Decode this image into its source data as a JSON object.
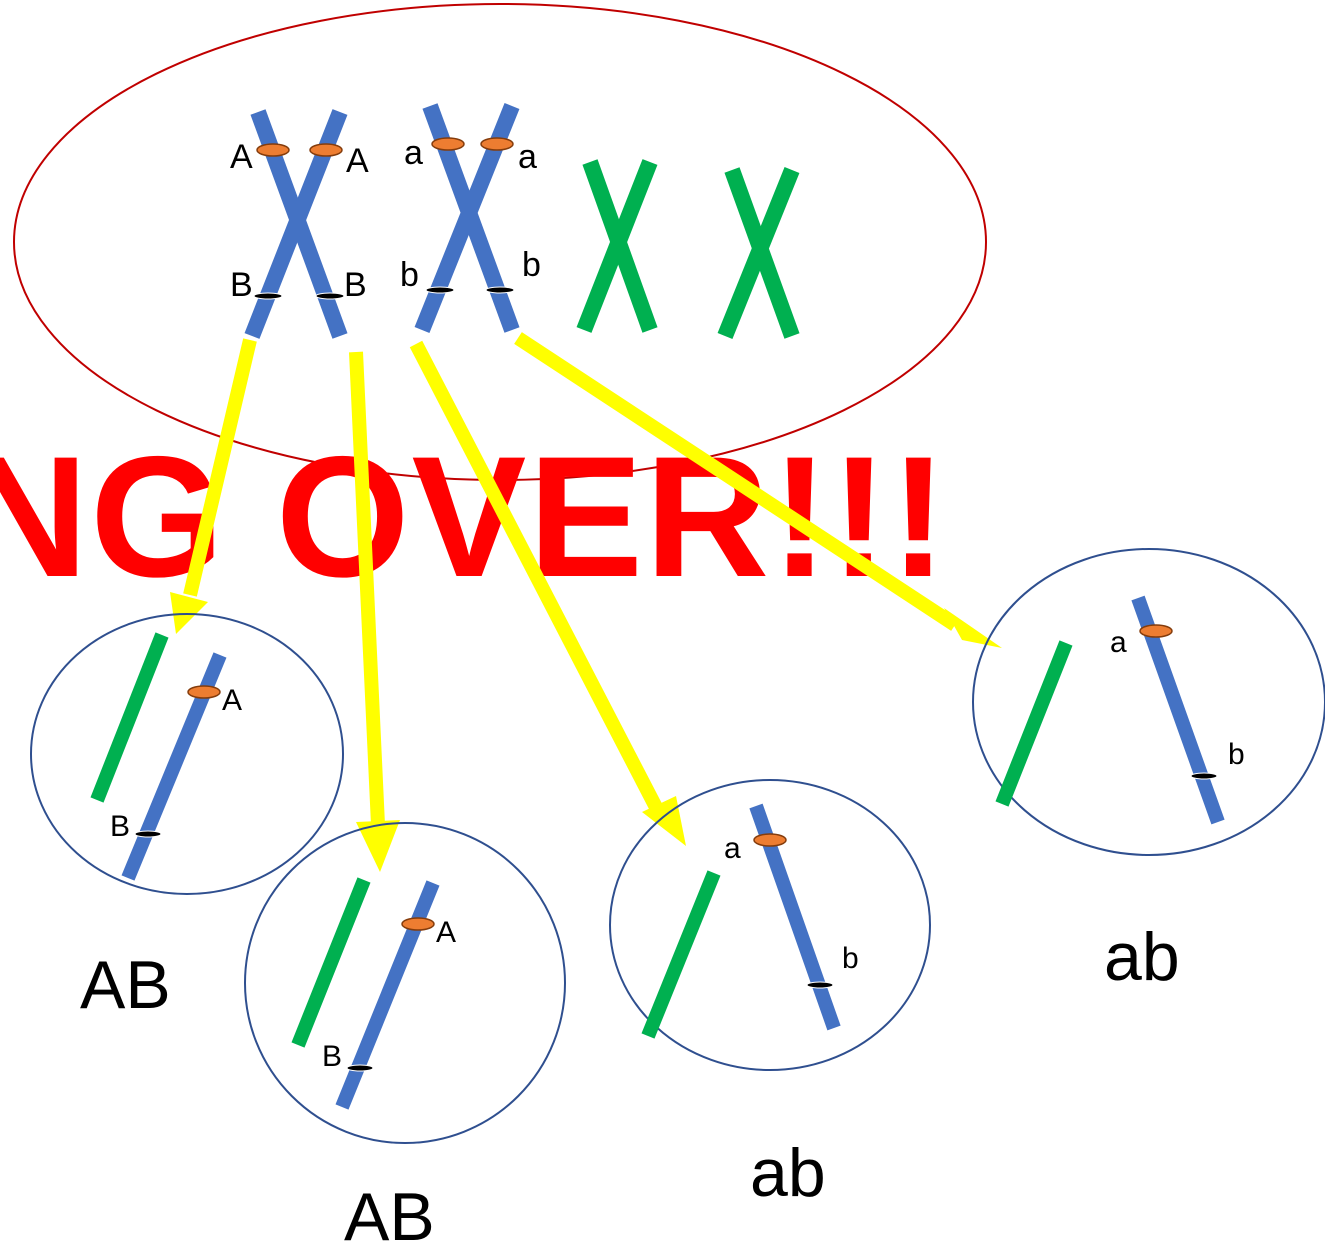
{
  "banner": {
    "text": "NG OVER!!!"
  },
  "parent_cell": {
    "chromosome_pair_1_labels": {
      "top_left": "A",
      "top_right": "A",
      "bottom_left": "B",
      "bottom_right": "B"
    },
    "chromosome_pair_2_labels": {
      "top_left": "a",
      "top_right": "a",
      "bottom_left": "b",
      "bottom_right": "b"
    }
  },
  "daughter_cells": [
    {
      "top_label": "A",
      "bottom_label": "B",
      "genotype": "AB"
    },
    {
      "top_label": "A",
      "bottom_label": "B",
      "genotype": "AB"
    },
    {
      "top_label": "a",
      "bottom_label": "b",
      "genotype": "ab"
    },
    {
      "top_label": "a",
      "bottom_label": "b",
      "genotype": "ab"
    }
  ],
  "colors": {
    "parent_outline": "#c00000",
    "cell_outline": "#2f4f8f",
    "blue_chromosome": "#4472c4",
    "green_chromosome": "#00b050",
    "arrow": "#ffff00",
    "gene_A": "#ed7d31",
    "gene_B": "#000000",
    "banner": "#ff0000"
  }
}
